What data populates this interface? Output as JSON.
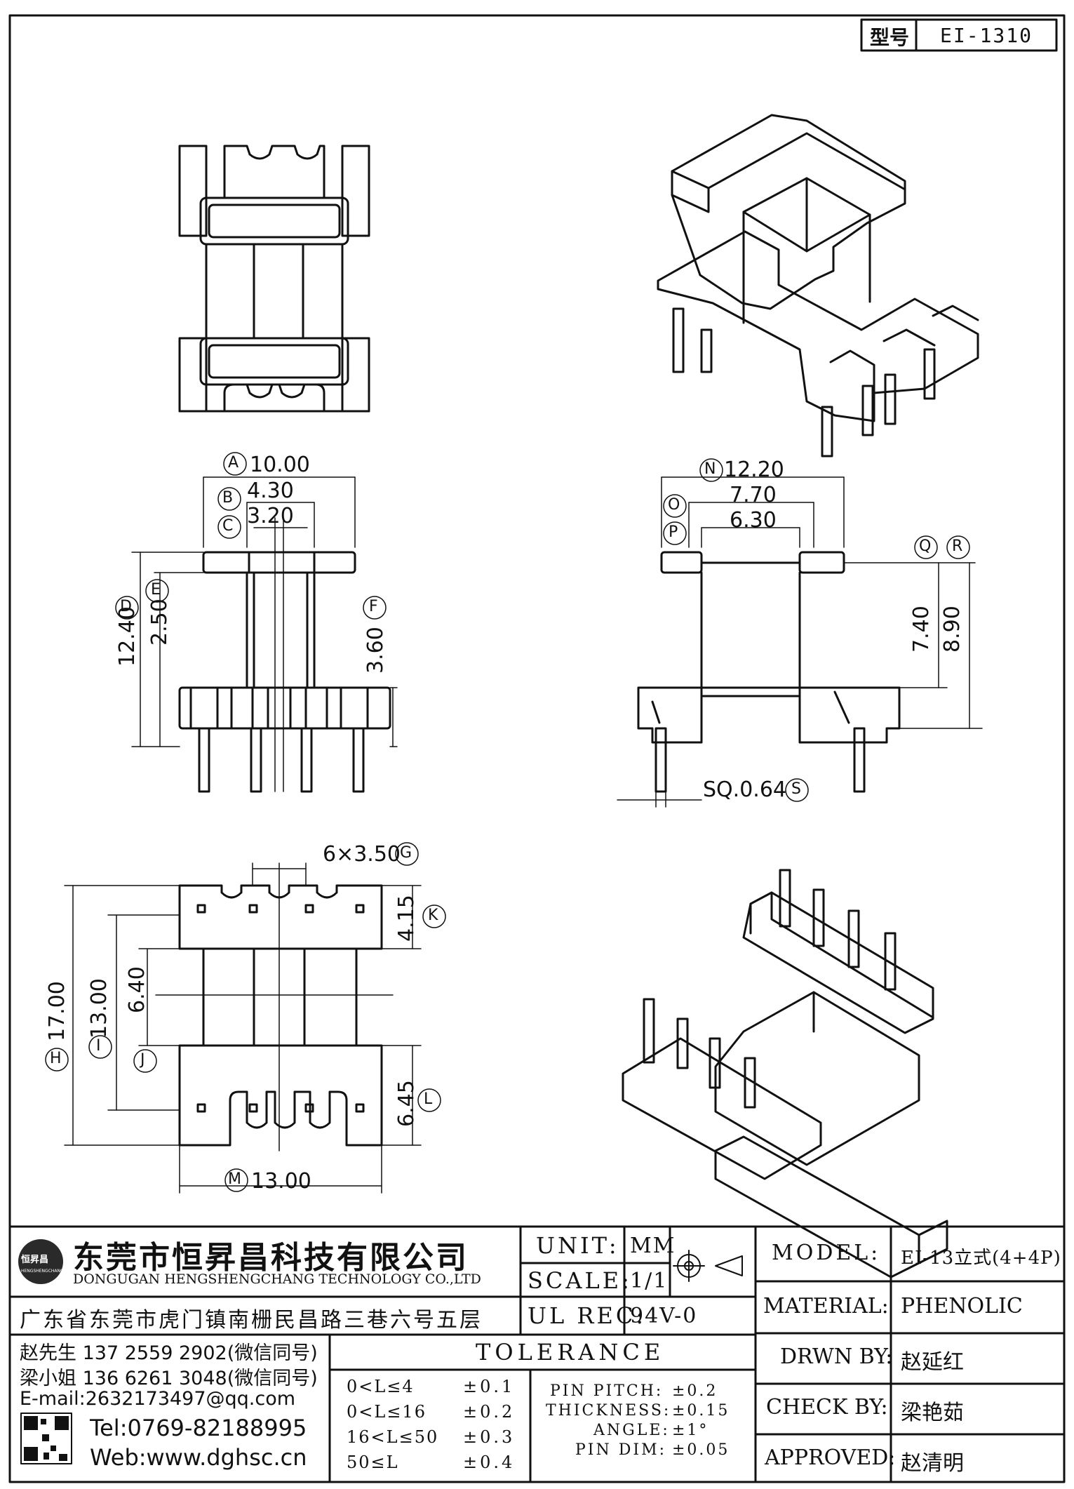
{
  "model_box": {
    "label": "型号",
    "value": "EI-1310"
  },
  "dims": {
    "A": "10.00",
    "B": "4.30",
    "C": "3.20",
    "D": "12.40",
    "E": "2.50",
    "F": "3.60",
    "N": "12.20",
    "O": "7.70",
    "P": "6.30",
    "Q_R_1": "7.40",
    "Q_R_2": "8.90",
    "S": "SQ.0.64",
    "G": "6×3.50",
    "K": "4.15",
    "H": "17.00",
    "I": "13.00",
    "J": "6.40",
    "L": "6.45",
    "M": "13.00"
  },
  "dim_letters": [
    "A",
    "B",
    "C",
    "D",
    "E",
    "F",
    "N",
    "O",
    "P",
    "Q",
    "R",
    "S",
    "G",
    "K",
    "H",
    "I",
    "J",
    "L",
    "M"
  ],
  "company": {
    "logo_text": "恒昇昌",
    "logo_sub": "HENGSHENGCHANG",
    "name_cn": "东莞市恒昇昌科技有限公司",
    "name_en": "DONGUGAN HENGSHENGCHANG TECHNOLOGY CO.,LTD",
    "address": "广东省东莞市虎门镇南栅民昌路三巷六号五层",
    "contact1": "赵先生 137 2559 2902(微信同号)",
    "contact2": "梁小姐 136 6261 3048(微信同号)",
    "email": "E-mail:2632173497@qq.com",
    "tel": "Tel:0769-82188995",
    "web": "Web:www.dghsc.cn"
  },
  "spec": {
    "unit_label": "UNIT:",
    "unit_value": "MM",
    "scale_label": "SCALE:",
    "scale_value": "1/1",
    "ulrec_label": "UL REC:",
    "ulrec_value": "94V-0"
  },
  "tolerance": {
    "title": "TOLERANCE",
    "rows": [
      {
        "range": "0<L≤4",
        "tol": "±0.1"
      },
      {
        "range": "0<L≤16",
        "tol": "±0.2"
      },
      {
        "range": "16<L≤50",
        "tol": "±0.3"
      },
      {
        "range": "50≤L",
        "tol": "±0.4"
      }
    ],
    "extra": [
      {
        "label": "PIN PITCH:",
        "tol": "±0.2"
      },
      {
        "label": "THICKNESS:",
        "tol": "±0.15"
      },
      {
        "label": "ANGLE:",
        "tol": "±1°"
      },
      {
        "label": "PIN DIM:",
        "tol": "±0.05"
      }
    ]
  },
  "title_block": {
    "model_label": "MODEL:",
    "model_value": "EI-13立式(4+4P)",
    "material_label": "MATERIAL:",
    "material_value": "PHENOLIC",
    "drwn_label": "DRWN BY:",
    "drwn_value": "赵延红",
    "check_label": "CHECK BY:",
    "check_value": "梁艳茹",
    "approved_label": "APPROVED:",
    "approved_value": "赵清明"
  }
}
